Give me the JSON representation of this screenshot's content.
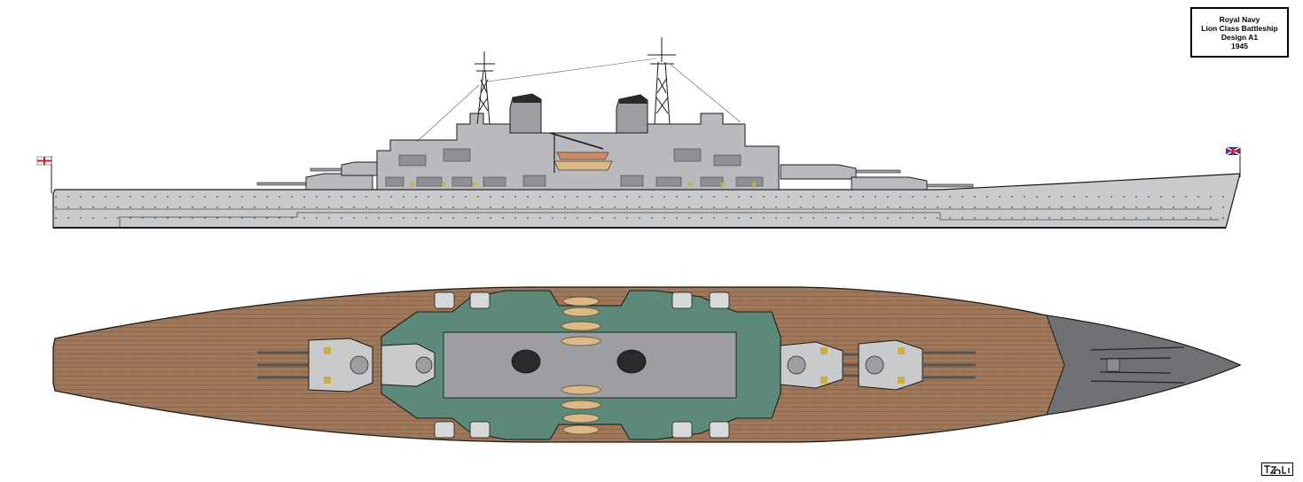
{
  "title_block": {
    "line1": "Royal Navy",
    "line2": "Lion Class Battleship",
    "line3": "Design A1",
    "line4": "1945"
  },
  "signature": "TZoLi",
  "colors": {
    "hull_grey": "#c9cacc",
    "superstructure_grey": "#b9babd",
    "dark_grey": "#7b7d80",
    "deck_wood": "#a0785a",
    "deck_plank_line": "#7d5c44",
    "green_deck": "#5d8a78",
    "forecastle_steel": "#6f7175",
    "outline": "#1a1a1a",
    "boat_tan": "#d9b98a",
    "hatch_yellow": "#c9b040",
    "ensign_red": "#cc1f2a",
    "ensign_blue": "#223a86"
  }
}
